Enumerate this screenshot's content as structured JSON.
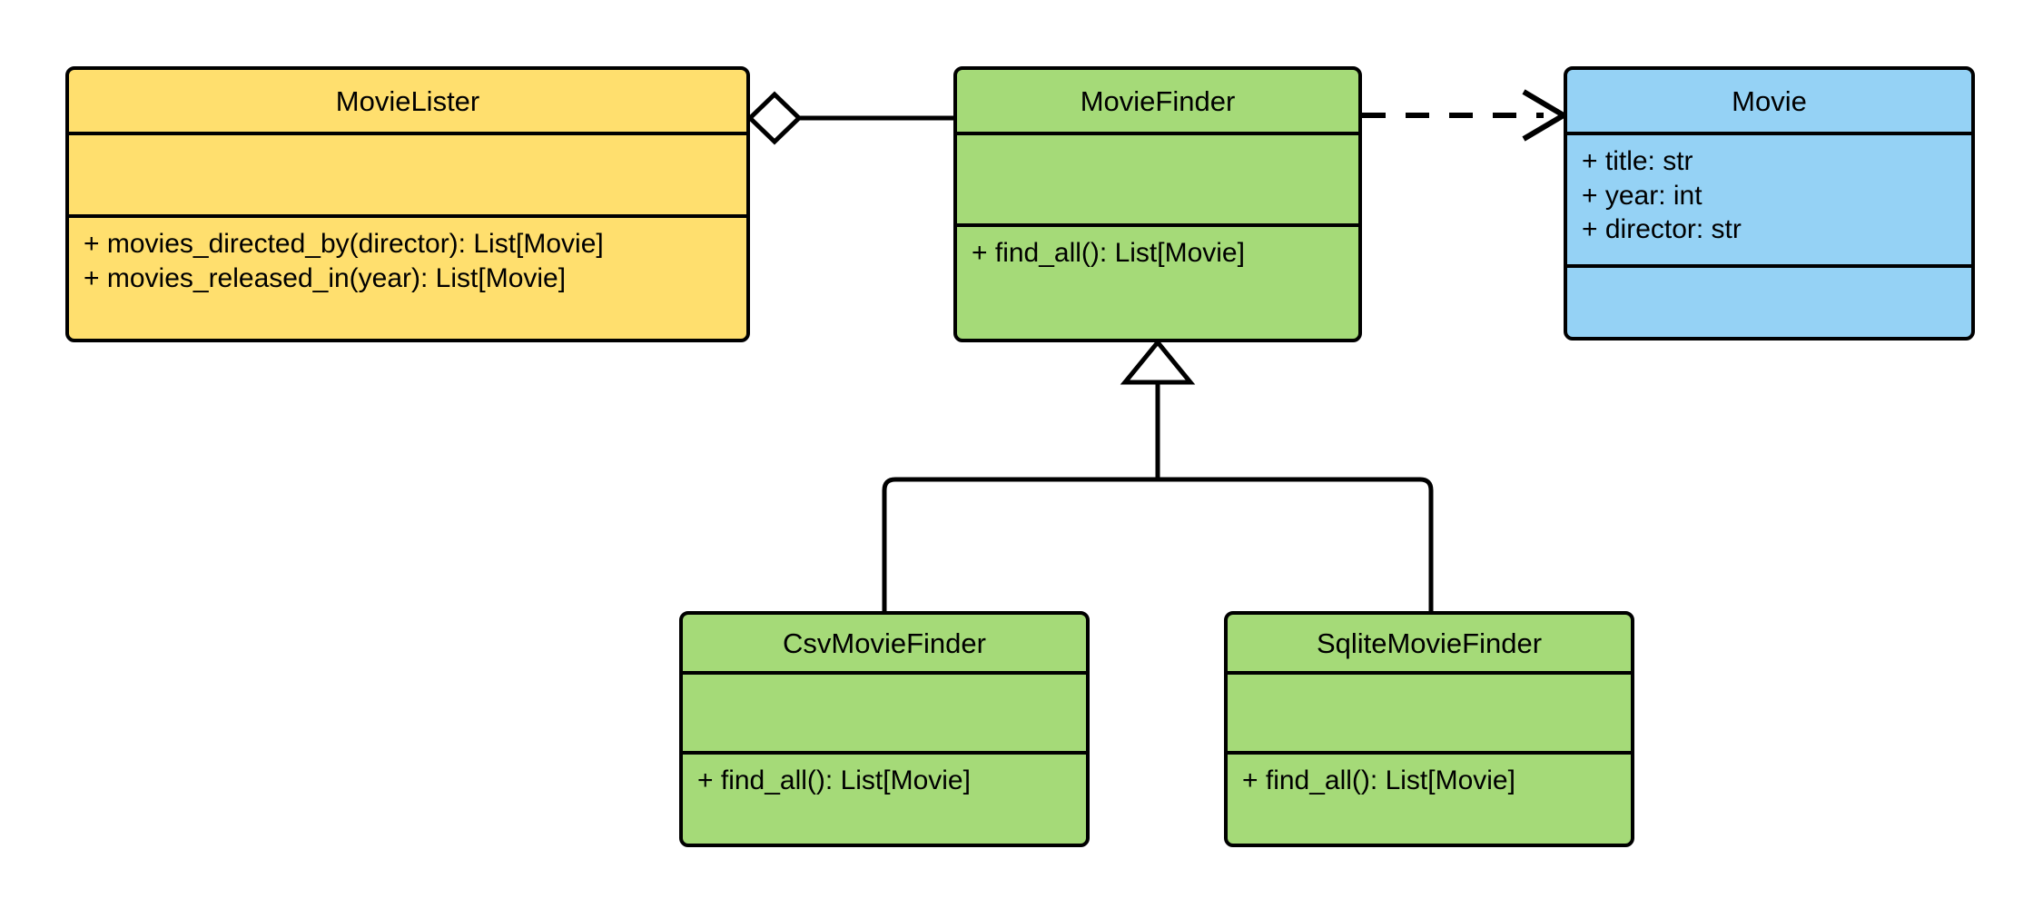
{
  "diagram": {
    "kind": "uml-class-diagram",
    "background_color": "#ffffff",
    "line_color": "#000000"
  },
  "classes": [
    {
      "id": "movielister",
      "name": "MovieLister",
      "fill_color": "#ffdf6e",
      "attributes": [],
      "operations": [
        "+ movies_directed_by(director): List[Movie]",
        "+ movies_released_in(year): List[Movie]"
      ]
    },
    {
      "id": "moviefinder",
      "name": "MovieFinder",
      "fill_color": "#a5da78",
      "attributes": [],
      "operations": [
        "+ find_all(): List[Movie]"
      ]
    },
    {
      "id": "movie",
      "name": "Movie",
      "fill_color": "#95d2f5",
      "attributes": [
        "+ title: str",
        "+ year: int",
        "+ director: str"
      ],
      "operations": []
    },
    {
      "id": "csvmoviefinder",
      "name": "CsvMovieFinder",
      "fill_color": "#a5da78",
      "attributes": [],
      "operations": [
        "+ find_all(): List[Movie]"
      ]
    },
    {
      "id": "sqlitemoviefinder",
      "name": "SqliteMovieFinder",
      "fill_color": "#a5da78",
      "attributes": [],
      "operations": [
        "+ find_all(): List[Movie]"
      ]
    }
  ],
  "relationships": [
    {
      "id": "aggregation-movielister-moviefinder",
      "type": "aggregation",
      "source": "MovieLister",
      "target": "MovieFinder",
      "marker": "open-diamond",
      "line_style": "solid",
      "label": ""
    },
    {
      "id": "dependency-moviefinder-movie",
      "type": "dependency",
      "source": "MovieFinder",
      "target": "Movie",
      "marker": "open-arrow",
      "line_style": "dashed",
      "label": ""
    },
    {
      "id": "generalization-csvmoviefinder-moviefinder",
      "type": "generalization",
      "source": "CsvMovieFinder",
      "target": "MovieFinder",
      "marker": "hollow-triangle",
      "line_style": "solid",
      "label": ""
    },
    {
      "id": "generalization-sqlitemoviefinder-moviefinder",
      "type": "generalization",
      "source": "SqliteMovieFinder",
      "target": "MovieFinder",
      "marker": "hollow-triangle",
      "line_style": "solid",
      "label": ""
    }
  ]
}
